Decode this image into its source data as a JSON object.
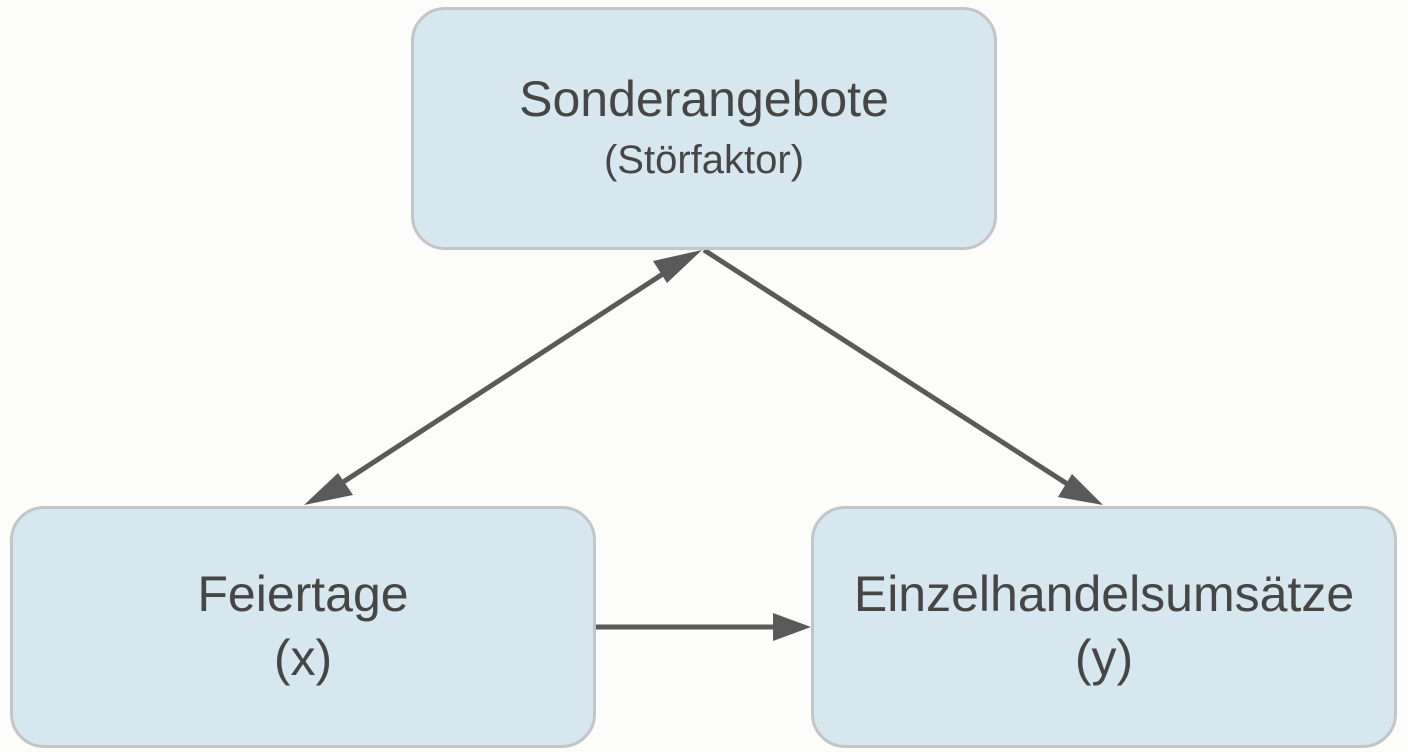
{
  "nodes": {
    "confounder": {
      "title": "Sonderangebote",
      "subtitle": "(Störfaktor)"
    },
    "cause": {
      "title": "Feiertage",
      "subtitle": "(x)"
    },
    "effect": {
      "title": "Einzelhandelsumsätze",
      "subtitle": "(y)"
    }
  },
  "edges": [
    {
      "from": "confounder",
      "to": "cause",
      "bidirectional": true
    },
    {
      "from": "confounder",
      "to": "effect",
      "bidirectional": false
    },
    {
      "from": "cause",
      "to": "effect",
      "bidirectional": false
    }
  ],
  "colors": {
    "node_fill": "#d6e7ef",
    "node_border": "#c2c6c8",
    "text": "#464646",
    "arrow": "#5a5a5a",
    "background": "#fcfcfb"
  }
}
